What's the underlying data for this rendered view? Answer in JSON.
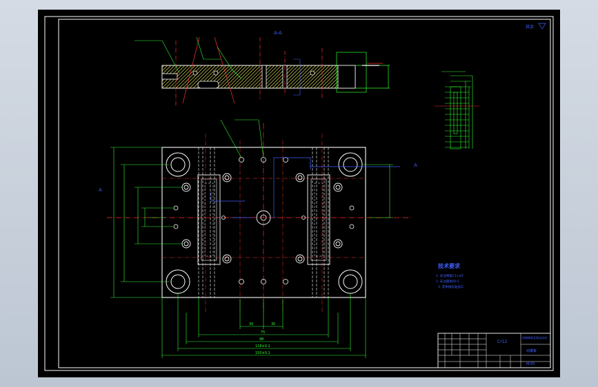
{
  "drawing": {
    "top_right_note": "其余",
    "section_label": "A-A",
    "section_marker": "A",
    "tech_title": "技术要求",
    "tech_items": [
      "1. 未注倒角C1×45°",
      "2. 未注圆角R0.5",
      "3. 其余按标准加工"
    ],
    "dims": {
      "d30a": "30",
      "d30b": "30",
      "d75": "75",
      "d98": "98",
      "d118": "118±0.1",
      "d150": "150±0.1"
    },
    "title_block": {
      "material": "Cr12",
      "school": "机械制造及其自动化",
      "part": "动模板",
      "drawing_no": "M-05"
    }
  },
  "colors": {
    "frame": "#ffffff",
    "outline": "#ffffff",
    "hatch": "#e8e860",
    "center": "#ff3030",
    "dimension": "#30ff30",
    "leader": "#40c0ff",
    "text": "#4060ff",
    "hole": "#ffffff"
  }
}
